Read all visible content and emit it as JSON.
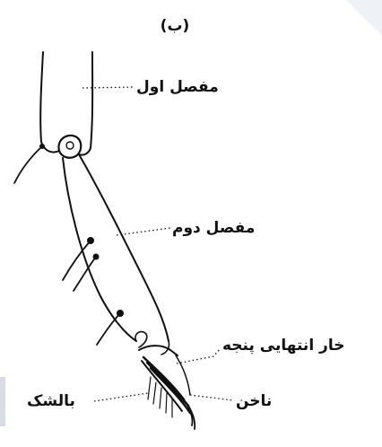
{
  "figure": {
    "caption": "(ب)",
    "labels": {
      "first_joint": "مفصل اول",
      "second_joint": "مفصل دوم",
      "terminal_spine": "خار انتهایی پنجه",
      "claw": "ناخن",
      "pad": "بالشک"
    }
  }
}
